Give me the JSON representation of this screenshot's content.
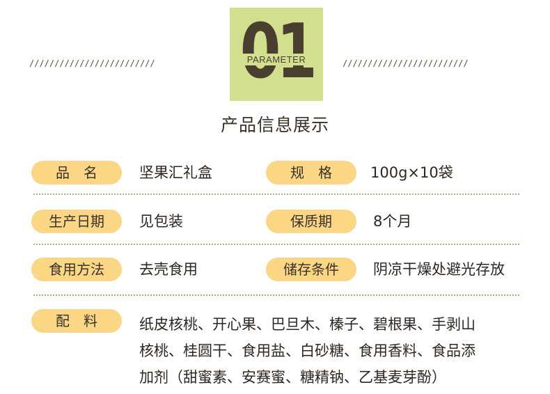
{
  "header": {
    "deco_left": "/////////////////////////",
    "deco_right": "/////////////////////////",
    "badge_number": "01",
    "badge_subtitle": "PARAMETER",
    "title": "产品信息展示"
  },
  "colors": {
    "badge": "#d2df8f",
    "pill": "#fad685",
    "text": "#3a3128"
  },
  "rows": [
    {
      "left_label": "品　名",
      "left_value": "坚果汇礼盒",
      "right_label": "规　格",
      "right_value": "100g×10袋"
    },
    {
      "left_label": "生产日期",
      "left_value": "见包装",
      "right_label": "保质期",
      "right_value": "8个月"
    },
    {
      "left_label": "食用方法",
      "left_value": "去壳食用",
      "right_label": "储存条件",
      "right_value": "阴凉干燥处避光存放"
    }
  ],
  "ingredients": {
    "label": "配　料",
    "value": "纸皮核桃、开心果、巴旦木、榛子、碧根果、手剥山\n核桃、桂圆干、食用盐、白砂糖、食用香料、食品添\n加剂（甜蜜素、安赛蜜、糖精钠、乙基麦芽酚）"
  }
}
